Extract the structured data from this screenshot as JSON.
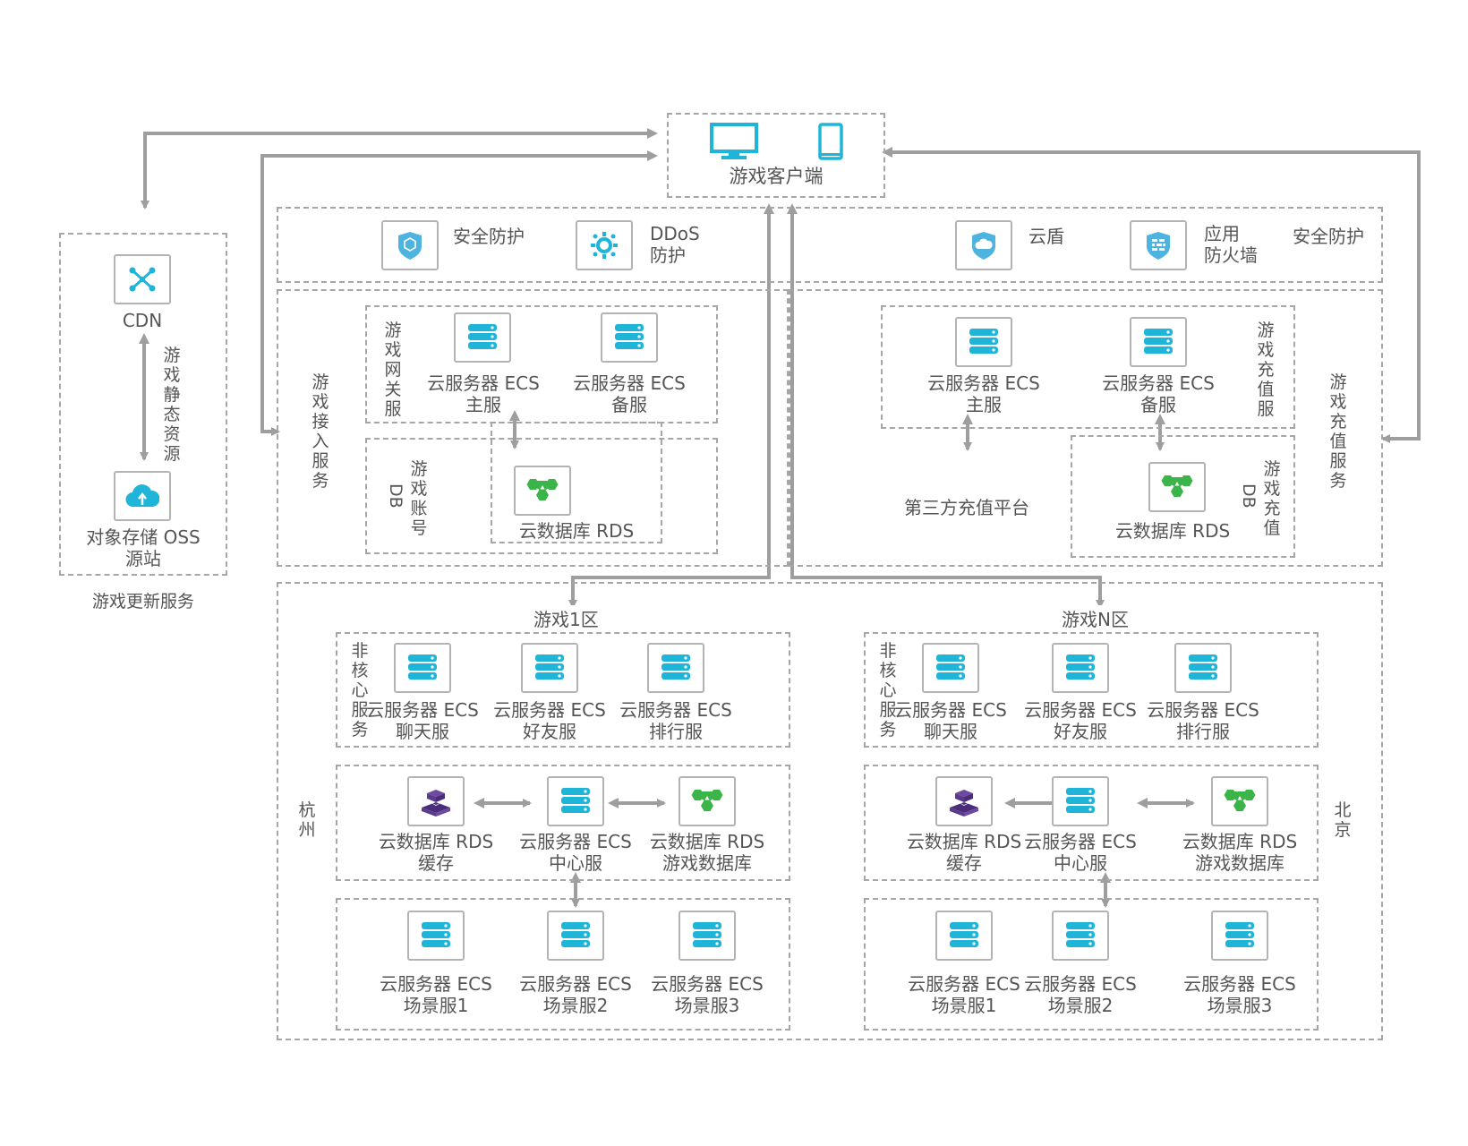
{
  "client": {
    "label": "游戏客户端",
    "icons": [
      "monitor-icon",
      "tablet-icon"
    ]
  },
  "security_left": {
    "items": [
      {
        "icon": "shield-hexagon-icon",
        "label": "安全防护"
      },
      {
        "icon": "ddos-gear-icon",
        "label_line1": "DDoS",
        "label_line2": "防护"
      }
    ]
  },
  "security_right": {
    "items": [
      {
        "icon": "cloud-shield-icon",
        "label": "云盾"
      },
      {
        "icon": "firewall-shield-icon",
        "label_line1": "应用",
        "label_line2": "防火墙"
      }
    ],
    "group_label": "安全防护"
  },
  "update_service": {
    "title": "游戏更新服务",
    "cdn": {
      "icon": "cdn-network-icon",
      "label": "CDN"
    },
    "link_label": "游戏静态资源",
    "oss": {
      "icon": "oss-cloud-upload-icon",
      "label_line1": "对象存储 OSS",
      "label_line2": "源站"
    }
  },
  "access_service": {
    "title": "游戏接入服务",
    "gateway": {
      "title": "游戏网关服",
      "servers": [
        {
          "line1": "云服务器 ECS",
          "line2": "主服"
        },
        {
          "line1": "云服务器 ECS",
          "line2": "备服"
        }
      ]
    },
    "account_db": {
      "title_main": "游戏账号",
      "title_sub": "DB",
      "db": {
        "line1": "云数据库 RDS"
      }
    }
  },
  "recharge_service": {
    "title": "游戏充值服务",
    "recharge_server": {
      "title": "游戏充值服",
      "servers": [
        {
          "line1": "云服务器 ECS",
          "line2": "主服"
        },
        {
          "line1": "云服务器 ECS",
          "line2": "备服"
        }
      ]
    },
    "third_party": "第三方充值平台",
    "recharge_db": {
      "title_main": "游戏充值",
      "title_sub": "DB",
      "db": {
        "line1": "云数据库 RDS"
      }
    }
  },
  "regions": {
    "left_city": "杭州",
    "right_city": "北京",
    "zones": [
      {
        "title": "游戏1区",
        "noncore_title": "非核心服务",
        "noncore": [
          {
            "line1": "云服务器 ECS",
            "line2": "聊天服"
          },
          {
            "line1": "云服务器 ECS",
            "line2": "好友服"
          },
          {
            "line1": "云服务器 ECS",
            "line2": "排行服"
          }
        ],
        "core": [
          {
            "line1": "云数据库 RDS",
            "line2": "缓存",
            "icon": "rds-cache-icon"
          },
          {
            "line1": "云服务器 ECS",
            "line2": "中心服",
            "icon": "ecs-server-icon"
          },
          {
            "line1": "云数据库 RDS",
            "line2": "游戏数据库",
            "icon": "rds-db-icon"
          }
        ],
        "scenes": [
          {
            "line1": "云服务器 ECS",
            "line2": "场景服1"
          },
          {
            "line1": "云服务器 ECS",
            "line2": "场景服2"
          },
          {
            "line1": "云服务器 ECS",
            "line2": "场景服3"
          }
        ]
      },
      {
        "title": "游戏N区",
        "noncore_title": "非核心服务",
        "noncore": [
          {
            "line1": "云服务器 ECS",
            "line2": "聊天服"
          },
          {
            "line1": "云服务器 ECS",
            "line2": "好友服"
          },
          {
            "line1": "云服务器 ECS",
            "line2": "排行服"
          }
        ],
        "core": [
          {
            "line1": "云数据库 RDS",
            "line2": "缓存",
            "icon": "rds-cache-icon"
          },
          {
            "line1": "云服务器 ECS",
            "line2": "中心服",
            "icon": "ecs-server-icon"
          },
          {
            "line1": "云数据库 RDS",
            "line2": "游戏数据库",
            "icon": "rds-db-icon"
          }
        ],
        "scenes": [
          {
            "line1": "云服务器 ECS",
            "line2": "场景服1"
          },
          {
            "line1": "云服务器 ECS",
            "line2": "场景服2"
          },
          {
            "line1": "云服务器 ECS",
            "line2": "场景服3"
          }
        ]
      }
    ]
  },
  "colors": {
    "ecs_blue": "#1fb5d9",
    "rds_green": "#3bb54a",
    "cache_purple": "#5b3a8c",
    "shield_blue": "#4fb3e0",
    "line_gray": "#9e9e9e",
    "dash_gray": "#a6a6a6"
  }
}
